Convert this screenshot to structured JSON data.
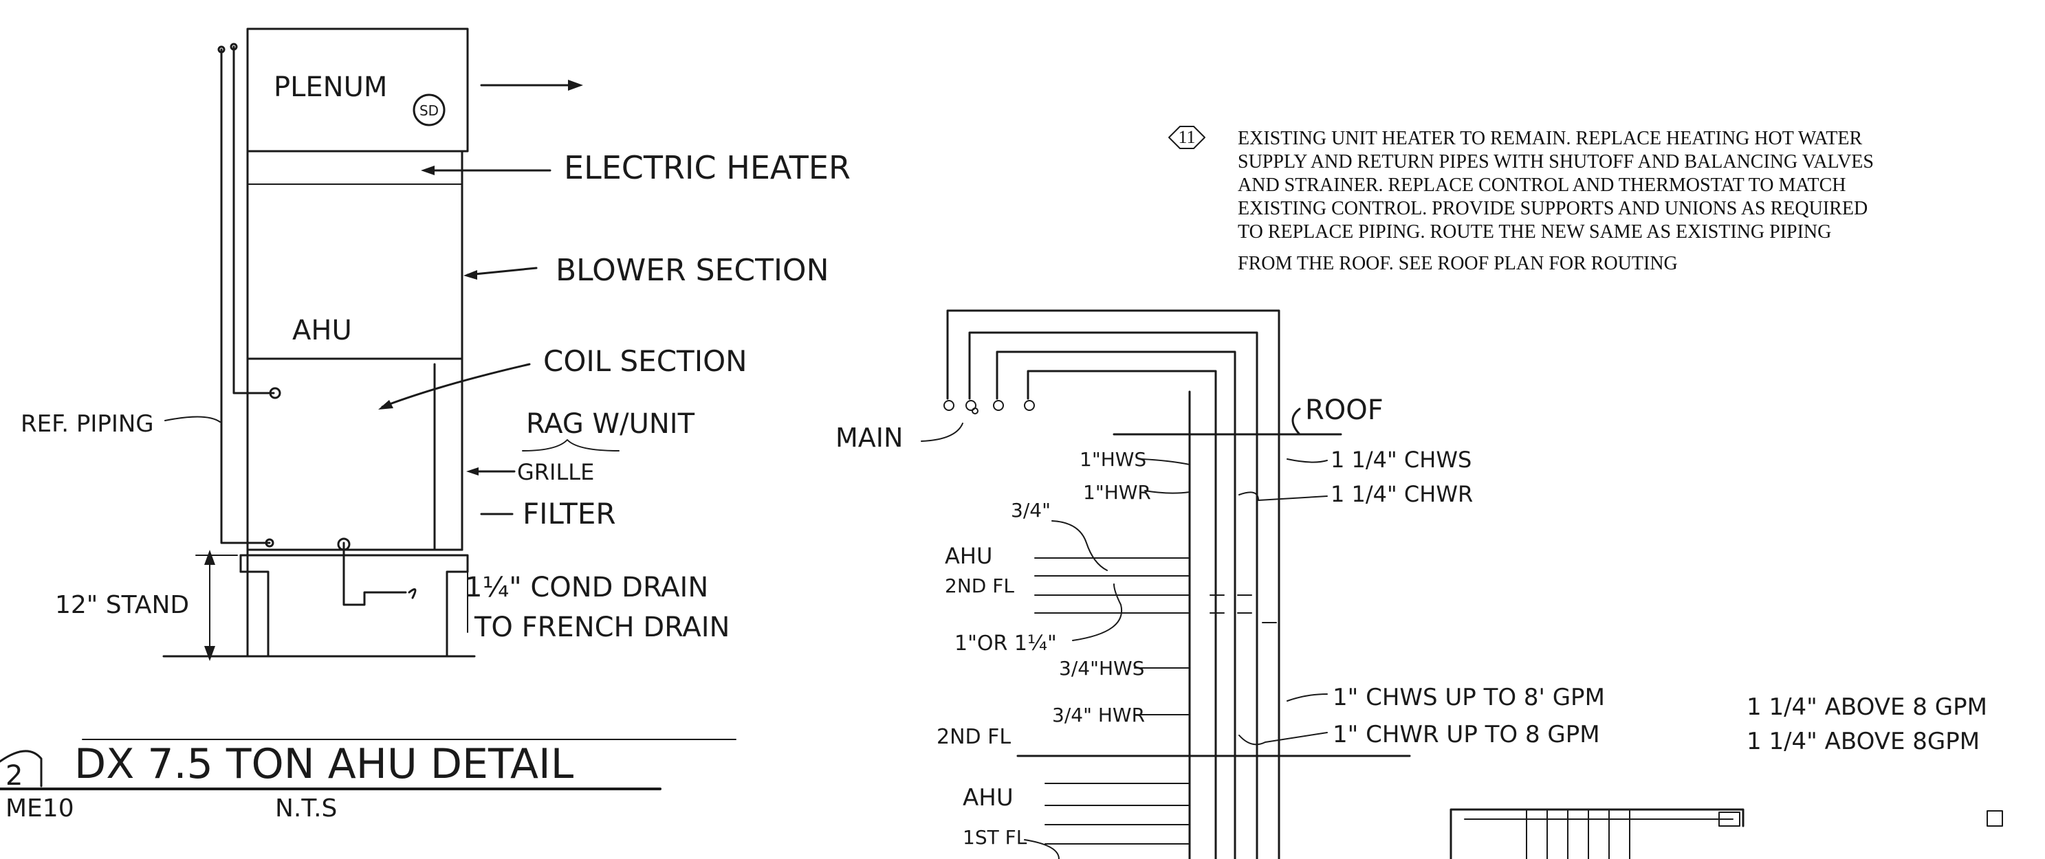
{
  "ahu_detail": {
    "labels": {
      "plenum": "PLENUM",
      "sd_symbol": "SD",
      "electric_heater": "ELECTRIC HEATER",
      "blower_section": "BLOWER SECTION",
      "ahu": "AHU",
      "coil_section": "COIL SECTION",
      "ref_piping": "REF. PIPING",
      "rag_w_unit": "RAG W/UNIT",
      "grille": "GRILLE",
      "filter": "FILTER",
      "stand": "12\" STAND",
      "cond_drain_1": "1¼\" COND DRAIN",
      "cond_drain_2": "TO FRENCH DRAIN"
    },
    "title": {
      "number": "2",
      "sheet": "ME10",
      "text": "DX 7.5 TON AHU DETAIL",
      "scale": "N.T.S"
    }
  },
  "keynote": {
    "number": "11",
    "lines": [
      "EXISTING UNIT HEATER TO REMAIN. REPLACE HEATING HOT WATER",
      "SUPPLY AND RETURN PIPES WITH SHUTOFF AND BALANCING VALVES",
      "AND STRAINER. REPLACE CONTROL AND THERMOSTAT TO MATCH",
      "EXISTING CONTROL. PROVIDE SUPPORTS AND UNIONS AS REQUIRED",
      "TO REPLACE PIPING. ROUTE THE NEW SAME AS EXISTING PIPING",
      "FROM THE ROOF. SEE ROOF PLAN FOR ROUTING"
    ]
  },
  "riser_diagram": {
    "labels": {
      "main": "MAIN",
      "roof": "ROOF",
      "hws_1": "1\"HWS",
      "hwr_1": "1\"HWR",
      "chws_114": "1 1/4\" CHWS",
      "chwr_114": "1 1/4\" CHWR",
      "three_quarter": "3/4\"",
      "ahu_2nd": "AHU",
      "floor_2nd": "2ND FL",
      "one_or_114": "1\"OR 1¼\"",
      "hws_34": "3/4\"HWS",
      "hwr_34": "3/4\" HWR",
      "floor_2nd_b": "2ND FL",
      "chws_note": "1\" CHWS UP TO 8' GPM",
      "chwr_note": "1\" CHWR UP TO 8 GPM",
      "chws_above": "1 1/4\" ABOVE 8 GPM",
      "chwr_above": "1 1/4\" ABOVE 8GPM",
      "ahu_1st": "AHU",
      "floor_1st": "1ST FL"
    }
  }
}
